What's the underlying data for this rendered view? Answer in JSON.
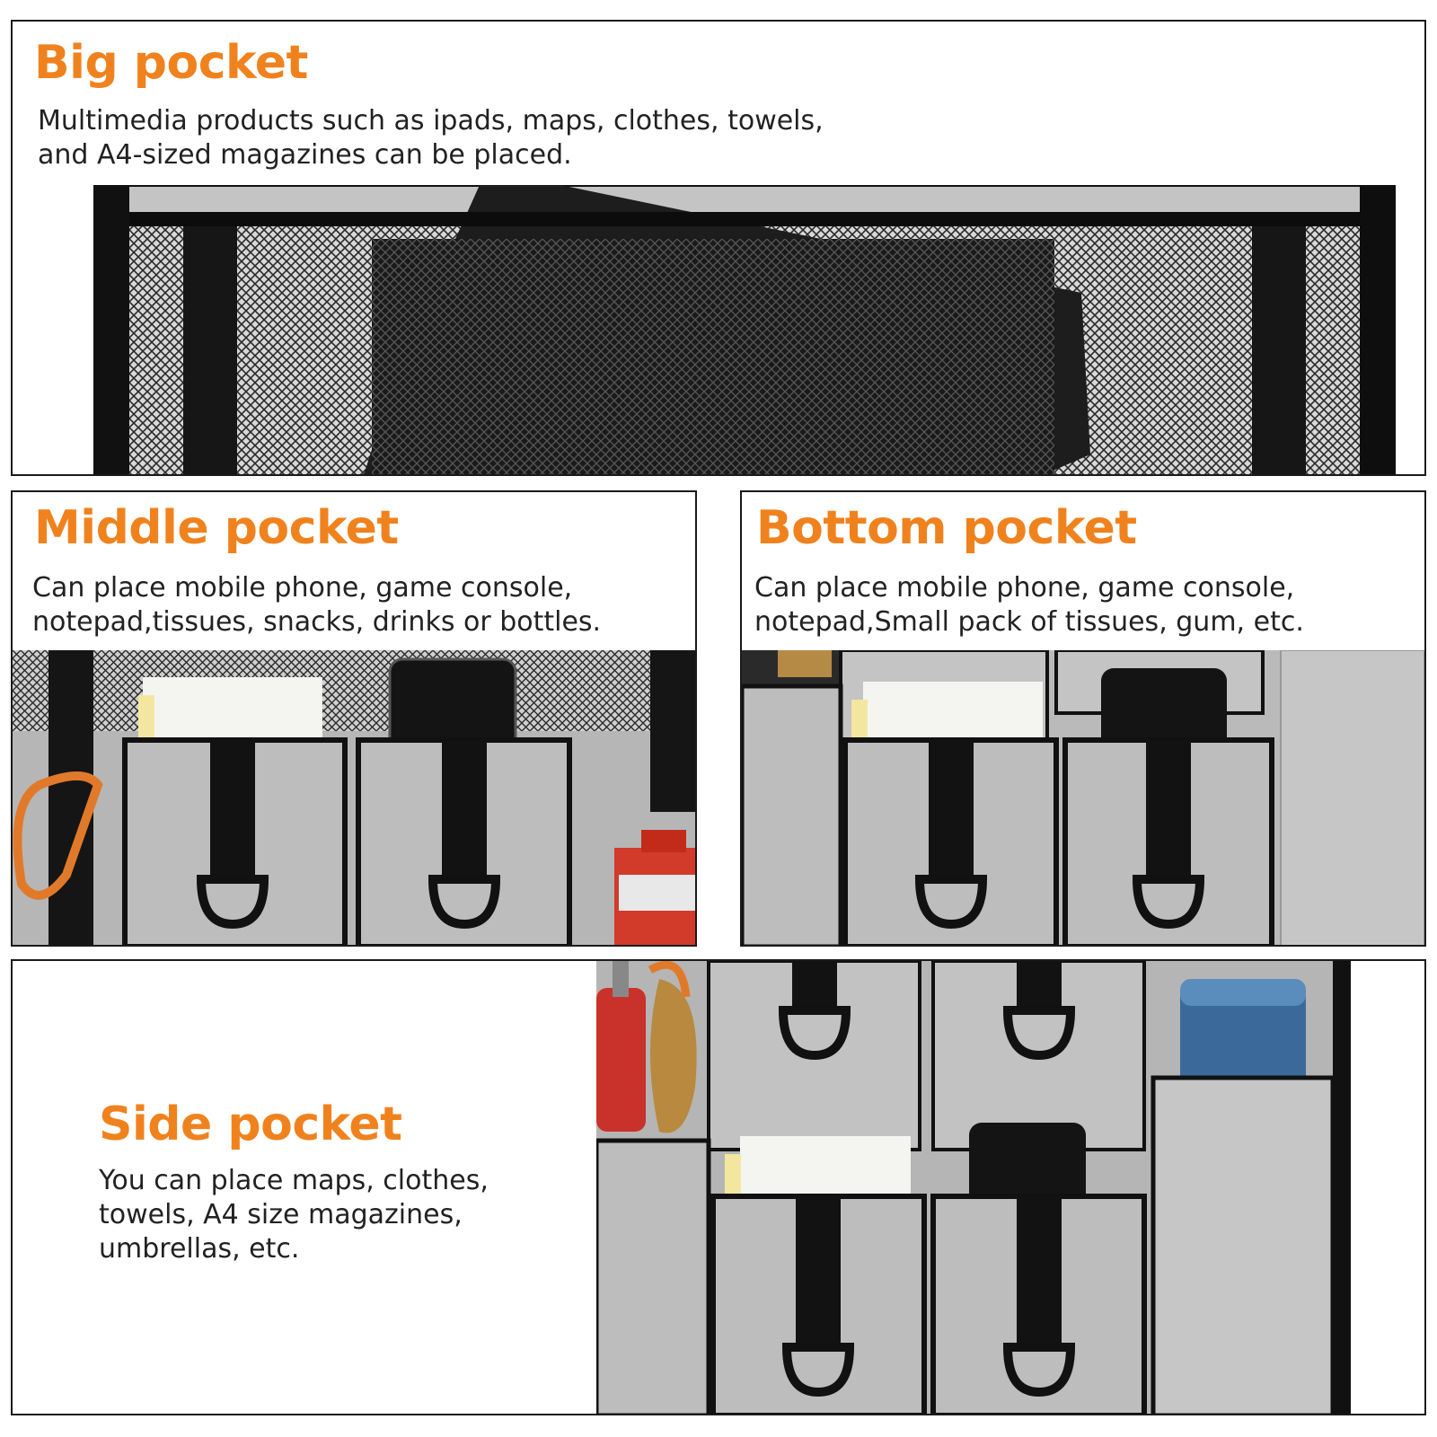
{
  "panels": {
    "big": {
      "title": "Big pocket",
      "description": "Multimedia products such as ipads, maps, clothes, towels,\nand A4-sized magazines can be placed."
    },
    "middle": {
      "title": "Middle pocket",
      "description": "Can place mobile phone, game console,\nnotepad,tissues, snacks, drinks or bottles."
    },
    "bottom": {
      "title": "Bottom pocket",
      "description": "Can place mobile phone, game console,\nnotepad,Small pack of tissues, gum, etc."
    },
    "side": {
      "title": "Side pocket",
      "description": "You can place maps, clothes,\ntowels, A4 size magazines,\numbrellas, etc."
    }
  },
  "colors": {
    "accent": "#f0821e",
    "fabric": "#b8b8b8",
    "strap": "#111111"
  }
}
